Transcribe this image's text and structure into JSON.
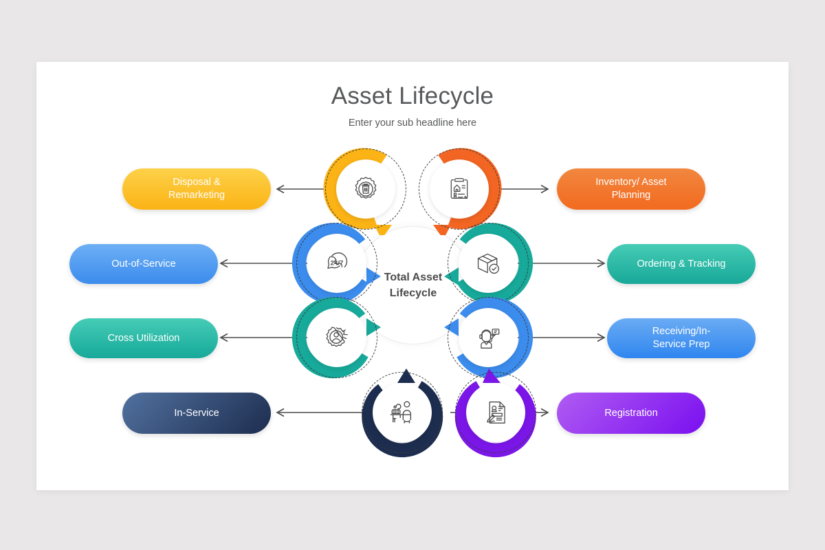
{
  "slide": {
    "title": "Asset Lifecycle",
    "subtitle": "Enter your sub headline here",
    "background": "#e9e7e7",
    "surface": "#ffffff"
  },
  "center": {
    "label_line1": "Total Asset",
    "label_line2": "Lifecycle",
    "text": "Total Asset Lifecycle"
  },
  "chart_data": {
    "type": "cycle-diagram",
    "title": "Asset Lifecycle",
    "subtitle": "Enter your sub headline here",
    "hub": "Total Asset Lifecycle",
    "step_count": 8,
    "steps": [
      {
        "order": 1,
        "label": "Inventory/ Asset Planning",
        "icon": "clipboard-checklist-icon",
        "color": "#f26522",
        "gradient_from": "#f2873f",
        "gradient_to": "#f26a1f",
        "side": "right",
        "row": 1
      },
      {
        "order": 2,
        "label": "Ordering & Tracking",
        "icon": "package-check-icon",
        "color": "#17a99a",
        "gradient_from": "#41c9b4",
        "gradient_to": "#18a898",
        "side": "right",
        "row": 2
      },
      {
        "order": 3,
        "label": "Receiving/In-Service Prep",
        "icon": "support-agent-icon",
        "color": "#3b8ced",
        "gradient_from": "#5fa5f2",
        "gradient_to": "#2f86ef",
        "side": "right",
        "row": 3
      },
      {
        "order": 4,
        "label": "Registration",
        "icon": "signed-document-icon",
        "color": "#7b16e8",
        "gradient_from": "#a94cf0",
        "gradient_to": "#7a0ff0",
        "side": "right",
        "row": 4
      },
      {
        "order": 5,
        "label": "In-Service",
        "icon": "workplace-desk-icon",
        "color": "#1d2d4f",
        "gradient_from": "#4a6b9c",
        "gradient_to": "#1d2d4f",
        "side": "left",
        "row": 4
      },
      {
        "order": 6,
        "label": "Cross Utilization",
        "icon": "user-gear-icon",
        "color": "#17a99a",
        "gradient_from": "#3ec6b3",
        "gradient_to": "#17a99a",
        "side": "left",
        "row": 3
      },
      {
        "order": 7,
        "label": "Out-of-Service",
        "icon": "24-7-support-icon",
        "color": "#3b8ced",
        "gradient_from": "#65a9f3",
        "gradient_to": "#3b8ced",
        "side": "left",
        "row": 2
      },
      {
        "order": 8,
        "label": "Disposal & Remarketing",
        "icon": "trash-gear-icon",
        "color": "#fbb315",
        "gradient_from": "#fdd149",
        "gradient_to": "#fbb315",
        "side": "left",
        "row": 1
      }
    ],
    "legend_position": "none",
    "grid": false
  },
  "steps": [
    {
      "id": "disposal-remarketing",
      "label": "Disposal & Remarketing",
      "label_lines": [
        "Disposal &",
        "Remarketing"
      ],
      "icon": "trash-gear-icon",
      "color": "#fbb315",
      "gradient_from": "#fdd149",
      "gradient_to": "#fbb315",
      "arrow_direction": "left"
    },
    {
      "id": "inventory-asset-planning",
      "label": "Inventory/ Asset Planning",
      "label_lines": [
        "Inventory/ Asset",
        "Planning"
      ],
      "icon": "clipboard-checklist-icon",
      "color": "#f26522",
      "gradient_from": "#f2873f",
      "gradient_to": "#f26a1f",
      "arrow_direction": "right"
    },
    {
      "id": "out-of-service",
      "label": "Out-of-Service",
      "label_lines": [
        "Out-of-Service"
      ],
      "icon": "24-7-support-icon",
      "color": "#3b8ced",
      "gradient_from": "#65a9f3",
      "gradient_to": "#3b8ced",
      "arrow_direction": "left"
    },
    {
      "id": "ordering-tracking",
      "label": "Ordering & Tracking",
      "label_lines": [
        "Ordering & Tracking"
      ],
      "icon": "package-check-icon",
      "color": "#17a99a",
      "gradient_from": "#41c9b4",
      "gradient_to": "#18a898",
      "arrow_direction": "right"
    },
    {
      "id": "cross-utilization",
      "label": "Cross Utilization",
      "label_lines": [
        "Cross Utilization"
      ],
      "icon": "user-gear-icon",
      "color": "#17a99a",
      "gradient_from": "#3ec6b3",
      "gradient_to": "#17a99a",
      "arrow_direction": "left"
    },
    {
      "id": "receiving-in-service-prep",
      "label": "Receiving/In-Service Prep",
      "label_lines": [
        "Receiving/In-",
        "Service Prep"
      ],
      "icon": "support-agent-icon",
      "color": "#3b8ced",
      "gradient_from": "#5fa5f2",
      "gradient_to": "#2f86ef",
      "arrow_direction": "right"
    },
    {
      "id": "in-service",
      "label": "In-Service",
      "label_lines": [
        "In-Service"
      ],
      "icon": "workplace-desk-icon",
      "color": "#1d2d4f",
      "gradient_from": "#4a6b9c",
      "gradient_to": "#1d2d4f",
      "arrow_direction": "left"
    },
    {
      "id": "registration",
      "label": "Registration",
      "label_lines": [
        "Registration"
      ],
      "icon": "signed-document-icon",
      "color": "#7b16e8",
      "gradient_from": "#a94cf0",
      "gradient_to": "#7a0ff0",
      "arrow_direction": "right"
    }
  ]
}
